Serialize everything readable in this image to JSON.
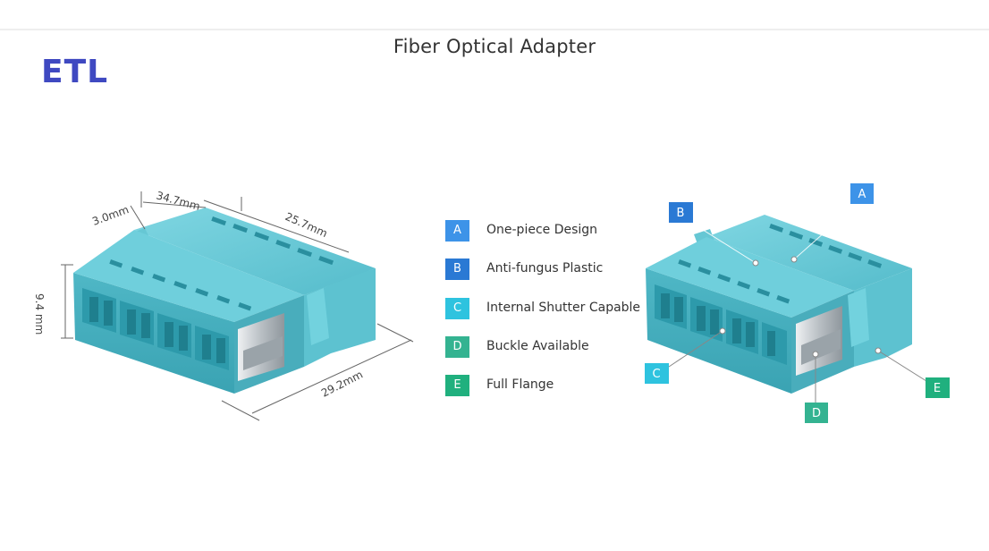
{
  "page": {
    "title": "Fiber Optical Adapter",
    "logo": "ETL"
  },
  "dimensions": {
    "d1": "3.0mm",
    "d2": "34.7mm",
    "d3": "25.7mm",
    "d4": "9.4 mm",
    "d5": "29.2mm"
  },
  "legend": [
    {
      "letter": "A",
      "label": "One-piece Design",
      "color": "#3d93e8"
    },
    {
      "letter": "B",
      "label": "Anti-fungus Plastic",
      "color": "#2a79d4"
    },
    {
      "letter": "C",
      "label": "Internal Shutter Capable",
      "color": "#2ec3df"
    },
    {
      "letter": "D",
      "label": "Buckle Available",
      "color": "#34b391"
    },
    {
      "letter": "E",
      "label": "Full Flange",
      "color": "#20b07e"
    }
  ],
  "colors": {
    "adapter_body": "#5fc5d3",
    "adapter_shadow": "#2f9aaa",
    "metal": "#c7ccd0"
  }
}
